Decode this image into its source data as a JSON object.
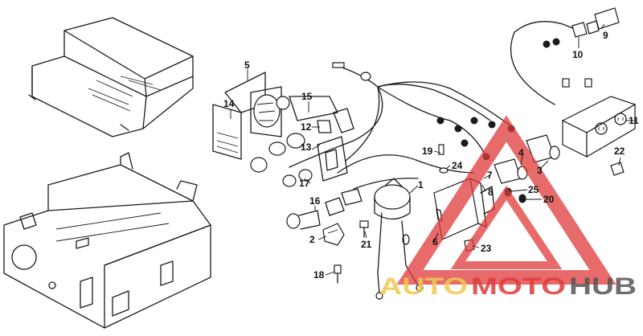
{
  "callouts": {
    "c1": "1",
    "c2": "2",
    "c3": "3",
    "c4": "4",
    "c5": "5",
    "c6": "6",
    "c7": "7",
    "c8": "8",
    "c9": "9",
    "c10": "10",
    "c11": "11",
    "c12": "12",
    "c13": "13",
    "c14": "14",
    "c15": "15",
    "c16": "16",
    "c17": "17",
    "c18": "18",
    "c19": "19",
    "c20": "20",
    "c21": "21",
    "c22": "22",
    "c23": "23",
    "c24": "24",
    "c25": "25"
  },
  "watermark": {
    "part1": "AUTO",
    "part2": "MOTO",
    "part3": "HUB",
    "color_gold": "#f0c850",
    "color_red": "#e03a3a",
    "color_gray": "#555555"
  }
}
